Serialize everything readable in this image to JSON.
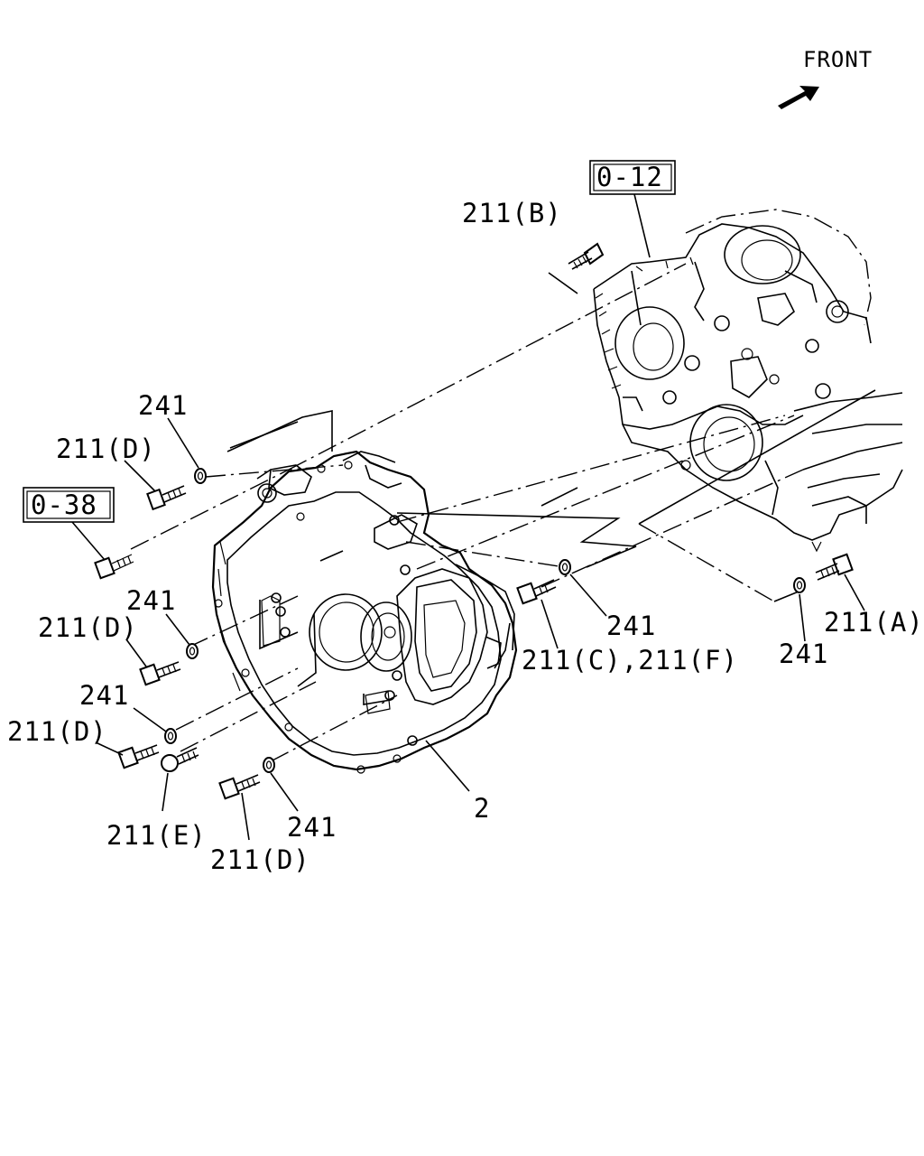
{
  "diagram": {
    "front_label": "FRONT",
    "callouts": {
      "ref_0_12": "0-12",
      "ref_0_38": "0-38",
      "bolt_211_b": "211(B)",
      "washer_241_top_left": "241",
      "bolt_211_d_1": "211(D)",
      "washer_241_mid_left": "241",
      "bolt_211_d_2": "211(D)",
      "washer_241_low_left": "241",
      "bolt_211_d_3": "211(D)",
      "bolt_211_e": "211(E)",
      "washer_241_bottom": "241",
      "bolt_211_d_4": "211(D)",
      "part_2": "2",
      "washer_241_right": "241",
      "bolt_211_c_f": "211(C),211(F)",
      "bolt_211_a": "211(A)",
      "washer_241_far_right": "241"
    }
  }
}
